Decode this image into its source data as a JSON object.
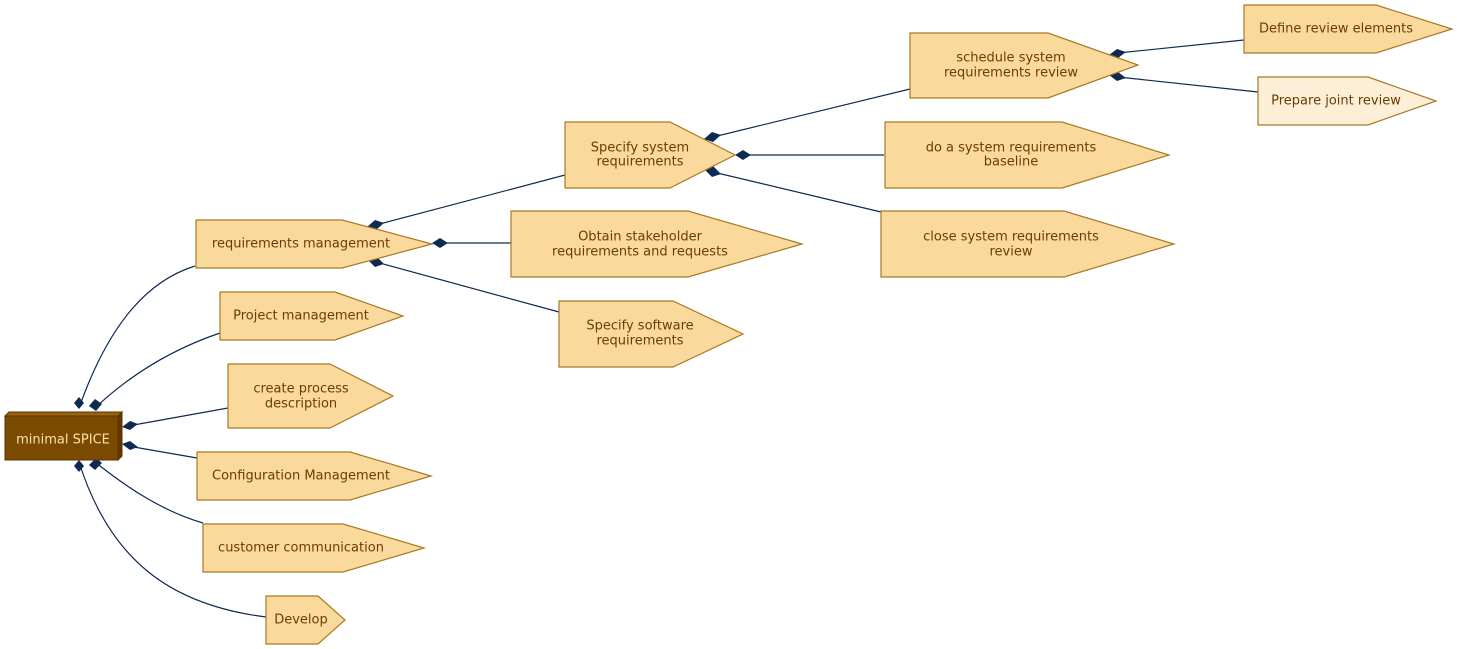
{
  "colors": {
    "node_fill": "#fad99c",
    "node_fill_light": "#fdefd7",
    "node_stroke": "#a87a25",
    "node_text": "#6b3d00",
    "root_fill": "#7a4a00",
    "root_text": "#fbe3a6",
    "edge": "#0f2a52"
  },
  "root": {
    "label": "minimal SPICE"
  },
  "nodes": {
    "requirements_management": [
      "requirements management"
    ],
    "project_management": [
      "Project management"
    ],
    "create_process_description": [
      "create process",
      "description"
    ],
    "configuration_management": [
      "Configuration Management"
    ],
    "customer_communication": [
      "customer communication"
    ],
    "develop": [
      "Develop"
    ],
    "specify_system_requirements": [
      "Specify system",
      "requirements"
    ],
    "obtain_stakeholder": [
      "Obtain stakeholder",
      "requirements and requests"
    ],
    "specify_software_requirements": [
      "Specify software",
      "requirements"
    ],
    "schedule_review": [
      "schedule system",
      "requirements review"
    ],
    "do_baseline": [
      "do a system requirements",
      "baseline"
    ],
    "close_review": [
      "close system requirements",
      "review"
    ],
    "define_review_elements": [
      "Define review elements"
    ],
    "prepare_joint_review": [
      "Prepare joint review"
    ]
  }
}
